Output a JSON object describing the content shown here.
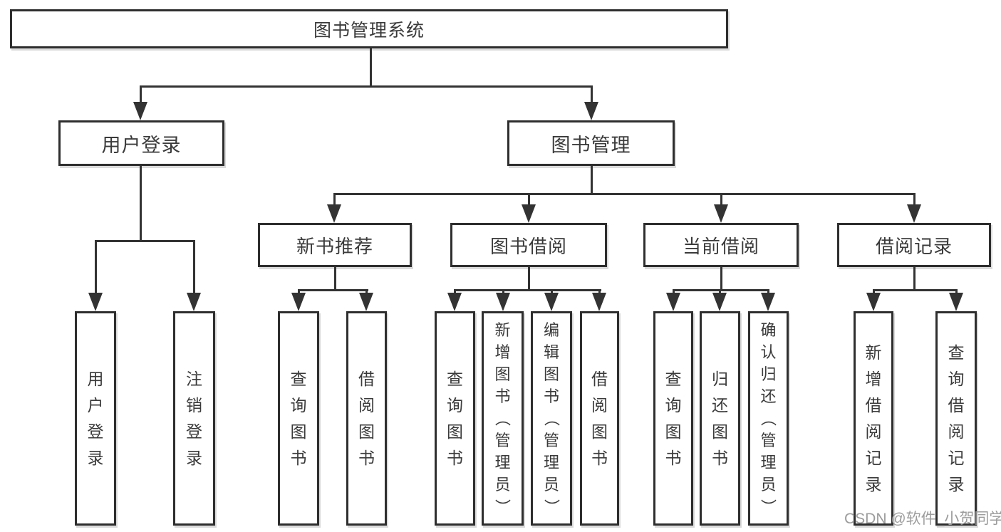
{
  "diagram": {
    "root": {
      "label": "图书管理系统"
    },
    "branches": [
      {
        "label": "用户登录",
        "children": [
          {
            "label": "用户登录"
          },
          {
            "label": "注销登录"
          }
        ]
      },
      {
        "label": "图书管理",
        "children": [
          {
            "label": "新书推荐",
            "children": [
              {
                "label": "查询图书"
              },
              {
                "label": "借阅图书"
              }
            ]
          },
          {
            "label": "图书借阅",
            "children": [
              {
                "label": "查询图书"
              },
              {
                "label": "新增图书（管理员）"
              },
              {
                "label": "编辑图书（管理员）"
              },
              {
                "label": "借阅图书"
              }
            ]
          },
          {
            "label": "当前借阅",
            "children": [
              {
                "label": "查询图书"
              },
              {
                "label": "归还图书"
              },
              {
                "label": "确认归还（管理员）"
              }
            ]
          },
          {
            "label": "借阅记录",
            "children": [
              {
                "label": "新增借阅记录"
              },
              {
                "label": "查询借阅记录"
              }
            ]
          }
        ]
      }
    ]
  },
  "watermark": {
    "text": "CSDN @软件_小贺同学"
  },
  "colors": {
    "line": "#333333",
    "box_border": "#2e2e2e",
    "text": "#3a3a3a",
    "watermark": "#9c9c9c",
    "background": "#ffffff"
  }
}
